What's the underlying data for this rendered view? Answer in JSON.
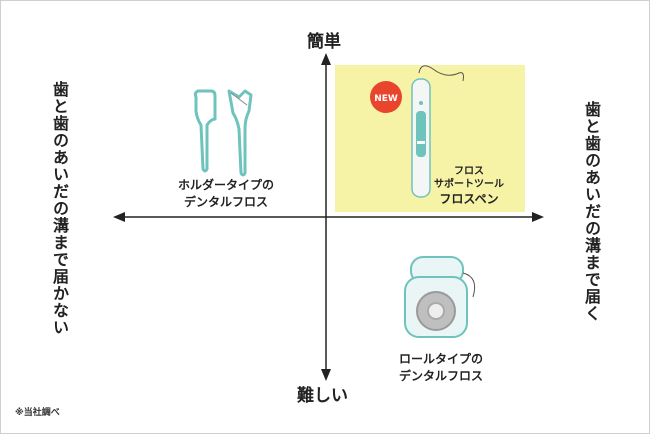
{
  "axes": {
    "top": "簡単",
    "bottom": "難しい",
    "left": "歯と歯のあいだの溝まで届かない",
    "right": "歯と歯のあいだの溝まで届く"
  },
  "items": {
    "holder": {
      "line1": "ホルダータイプの",
      "line2": "デンタルフロス"
    },
    "roll": {
      "line1": "ロールタイプの",
      "line2": "デンタルフロス"
    },
    "pen": {
      "line1": "フロス",
      "line2": "サポートツール",
      "name": "フロスペン",
      "badge": "NEW"
    }
  },
  "note": "※当社調べ",
  "colors": {
    "highlight": "#f6f3a6",
    "teal": "#6fc3bd",
    "badge": "#e8452c",
    "axis": "#222222"
  }
}
